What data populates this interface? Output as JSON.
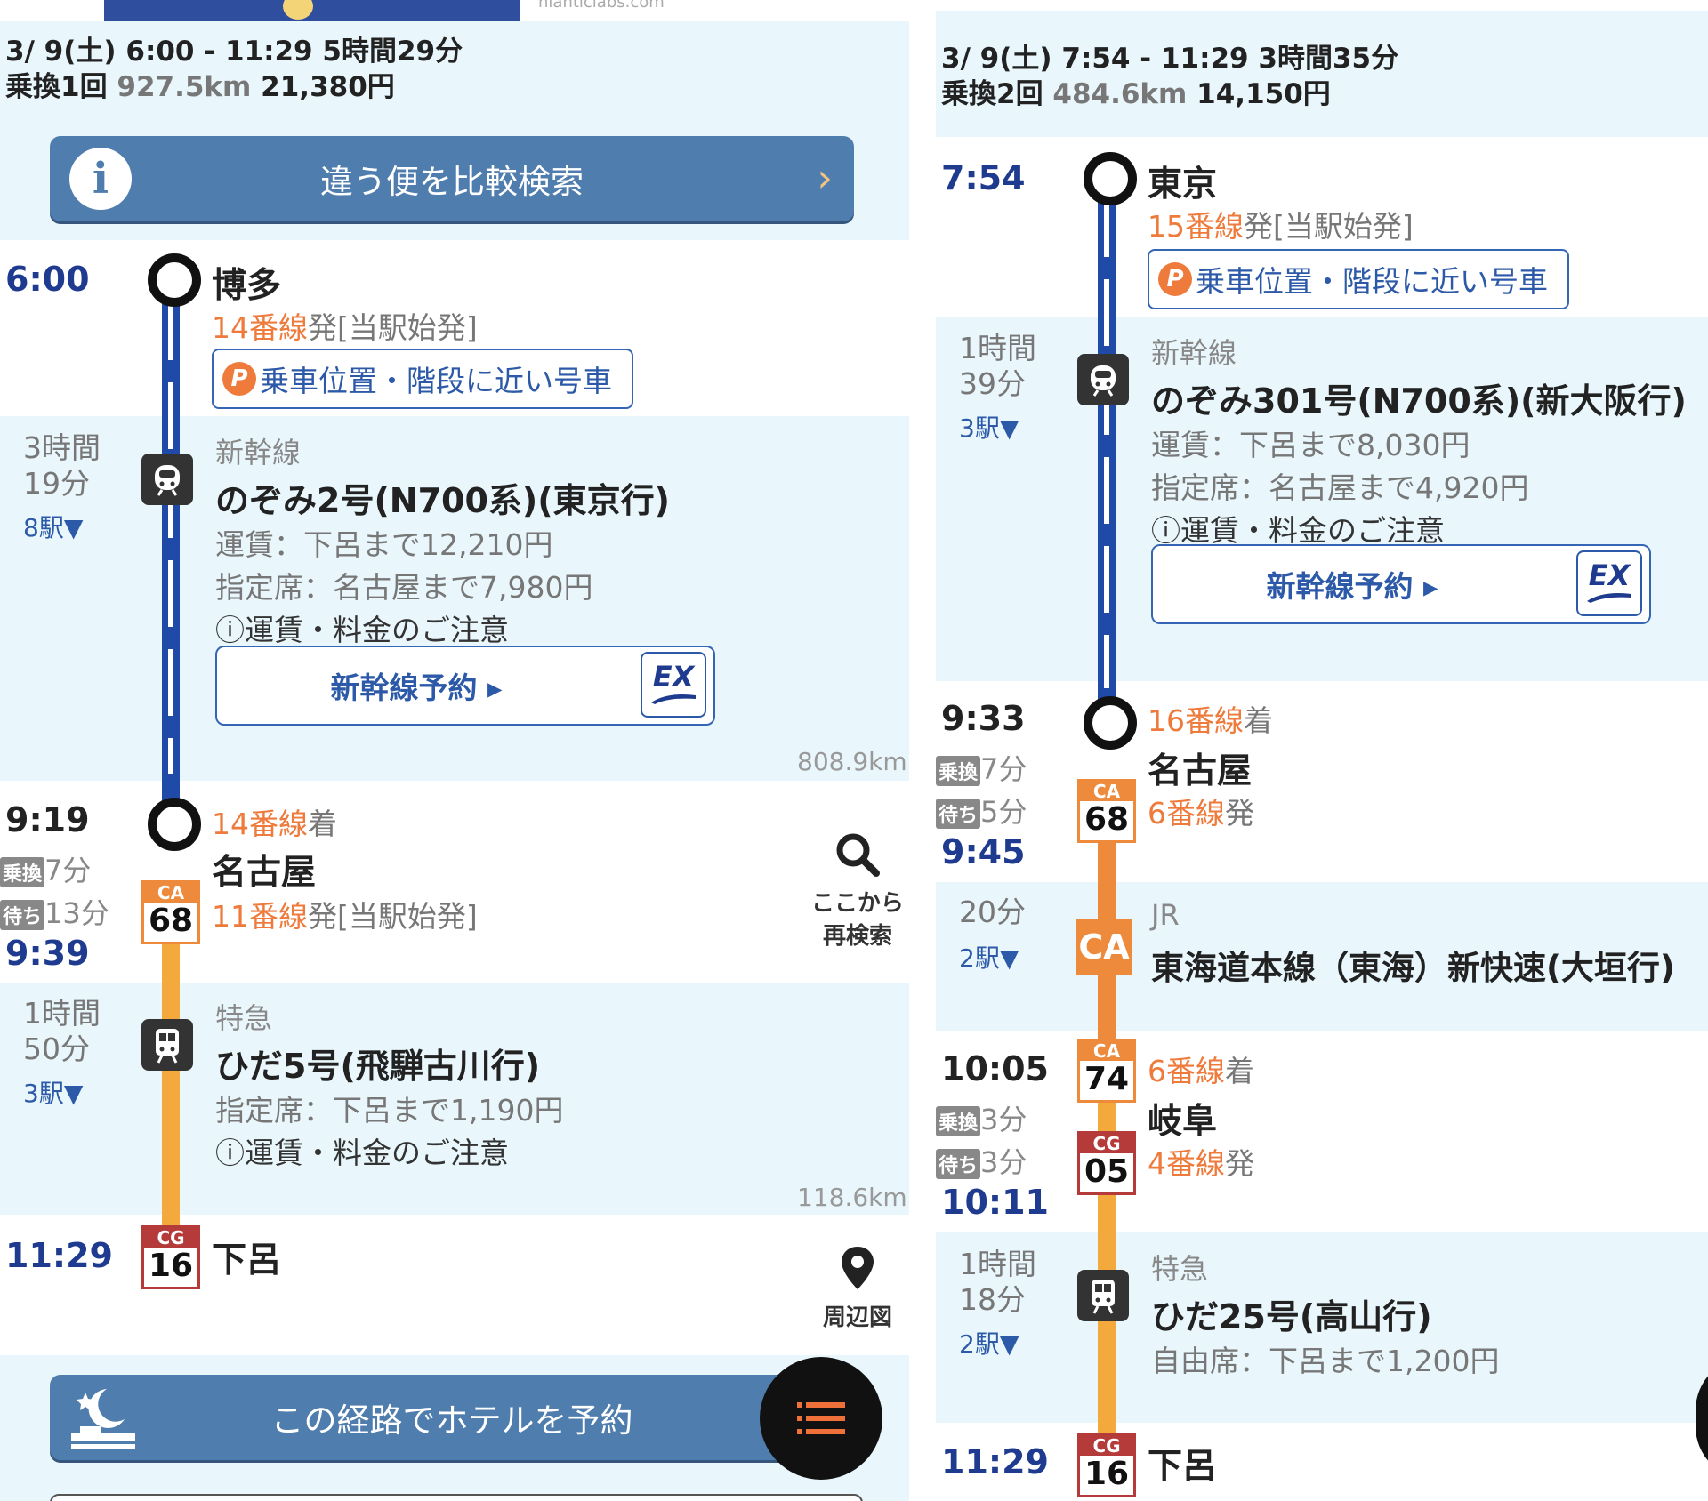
{
  "left": {
    "map_credit": "nianticlabs.com",
    "summary": {
      "date_time": "3/ 9(土) 6:00 - 11:29 5時間29分",
      "transfers": "乗換1回",
      "distance": "927.5km",
      "fare": "21,380円"
    },
    "compare_button": "違う便を比較検索",
    "seg1": {
      "dep_time": "6:00",
      "station": "博多",
      "platform_num": "14番線",
      "platform_rest": "発[当駅始発]",
      "position_btn": "乗車位置・階段に近い号車",
      "duration_h": "3時間",
      "duration_m": "19分",
      "stops": "8駅▼",
      "category": "新幹線",
      "train": "のぞみ2号(N700系)(東京行)",
      "fare1": "運賃：下呂まで12,210円",
      "fare2": "指定席：名古屋まで7,980円",
      "note": "ⓘ運賃・料金のご注意",
      "reserve": "新幹線予約 ▸",
      "ex": "EX",
      "distance": "808.9km"
    },
    "transfer": {
      "arr_time": "9:19",
      "arr_platform_num": "14番線",
      "arr_platform_rest": "着",
      "station": "名古屋",
      "transfer_tag": "乗換",
      "transfer_min": "7分",
      "wait_tag": "待ち",
      "wait_min": "13分",
      "badge_line": "CA",
      "badge_num": "68",
      "dep_platform_num": "11番線",
      "dep_platform_rest": "発[当駅始発]",
      "dep_time": "9:39",
      "research_line1": "ここから",
      "research_line2": "再検索"
    },
    "seg2": {
      "duration_h": "1時間",
      "duration_m": "50分",
      "stops": "3駅▼",
      "category": "特急",
      "train": "ひだ5号(飛騨古川行)",
      "fare1": "指定席：下呂まで1,190円",
      "note": "ⓘ運賃・料金のご注意",
      "distance": "118.6km"
    },
    "arrival": {
      "time": "11:29",
      "badge_line": "CG",
      "badge_num": "16",
      "station": "下呂",
      "map_label": "周辺図"
    },
    "hotel_button": "この経路でホテルを予約"
  },
  "right": {
    "summary": {
      "date_time": "3/ 9(土) 7:54 - 11:29 3時間35分",
      "transfers": "乗換2回",
      "distance": "484.6km",
      "fare": "14,150円"
    },
    "seg1": {
      "dep_time": "7:54",
      "station": "東京",
      "platform_num": "15番線",
      "platform_rest": "発[当駅始発]",
      "position_btn": "乗車位置・階段に近い号車",
      "duration_h": "1時間",
      "duration_m": "39分",
      "stops": "3駅▼",
      "category": "新幹線",
      "train": "のぞみ301号(N700系)(新大阪行)",
      "fare1": "運賃：下呂まで8,030円",
      "fare2": "指定席：名古屋まで4,920円",
      "note": "ⓘ運賃・料金のご注意",
      "reserve": "新幹線予約 ▸",
      "ex": "EX"
    },
    "transfer1": {
      "arr_time": "9:33",
      "arr_platform_num": "16番線",
      "arr_platform_rest": "着",
      "station": "名古屋",
      "transfer_tag": "乗換",
      "transfer_min": "7分",
      "wait_tag": "待ち",
      "wait_min": "5分",
      "badge_line": "CA",
      "badge_num": "68",
      "dep_platform_num": "6番線",
      "dep_platform_rest": "発",
      "dep_time": "9:45"
    },
    "seg2": {
      "duration": "20分",
      "stops": "2駅▼",
      "line_icon": "CA",
      "category": "JR",
      "train": "東海道本線（東海）新快速(大垣行)"
    },
    "transfer2": {
      "arr_time": "10:05",
      "arr_badge_line": "CA",
      "arr_badge_num": "74",
      "arr_platform_num": "6番線",
      "arr_platform_rest": "着",
      "station": "岐阜",
      "transfer_tag": "乗換",
      "transfer_min": "3分",
      "wait_tag": "待ち",
      "wait_min": "3分",
      "dep_badge_line": "CG",
      "dep_badge_num": "05",
      "dep_platform_num": "4番線",
      "dep_platform_rest": "発",
      "dep_time": "10:11"
    },
    "seg3": {
      "duration_h": "1時間",
      "duration_m": "18分",
      "stops": "2駅▼",
      "category": "特急",
      "train": "ひだ25号(高山行)",
      "fare1": "自由席：下呂まで1,200円"
    },
    "arrival": {
      "time": "11:29",
      "badge_line": "CG",
      "badge_num": "16",
      "station": "下呂"
    }
  },
  "colors": {
    "accent_blue": "#1f3b8f",
    "shinkansen_line": "#1f4aa8",
    "jr_line": "#ee8a3b",
    "limited_line": "#f4a93c",
    "platform_orange": "#ee7a3b",
    "banner_blue": "#4f7dad"
  }
}
